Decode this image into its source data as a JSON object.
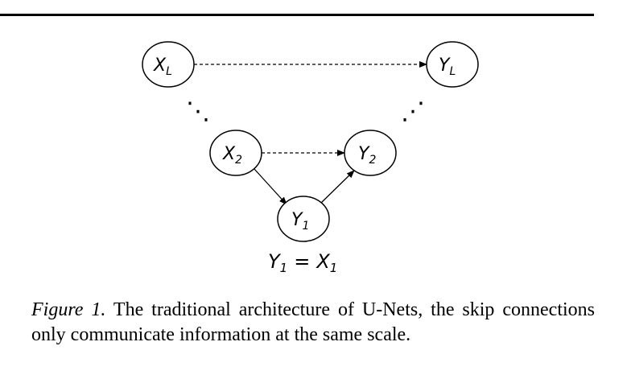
{
  "diagram": {
    "nodes": {
      "xl": {
        "main": "X",
        "sub": "L"
      },
      "yl": {
        "main": "Y",
        "sub": "L"
      },
      "x2": {
        "main": "X",
        "sub": "2"
      },
      "y2": {
        "main": "Y",
        "sub": "2"
      },
      "y1": {
        "main": "Y",
        "sub": "1"
      }
    },
    "equation": {
      "lhs_main": "Y",
      "lhs_sub": "1",
      "op": "=",
      "rhs_main": "X",
      "rhs_sub": "1"
    },
    "ellipsis": "⋱"
  },
  "caption": {
    "figure_label": "Figure 1.",
    "text": "The traditional architecture of U-Nets, the skip connections only communicate information at the same scale."
  }
}
